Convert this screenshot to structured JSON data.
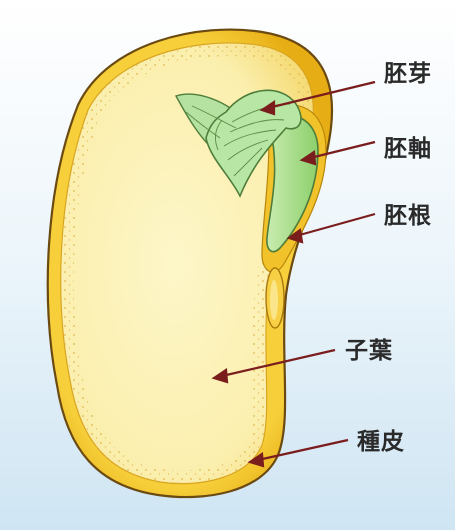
{
  "labels": {
    "plumule": "胚芽",
    "hypocotyl": "胚軸",
    "radicle": "胚根",
    "cotyledon": "子葉",
    "seed_coat": "種皮"
  },
  "colors": {
    "background_top": "#ffffff",
    "background_bottom": "#cfe5f3",
    "seed_coat": "#f2bf1f",
    "seed_coat_outline": "#6b4a12",
    "cotyledon": "#fbf0b0",
    "embryo_green": "#a8dc8c",
    "embryo_outline": "#4f7d3a",
    "leader_lines": "#7a1d1d"
  }
}
